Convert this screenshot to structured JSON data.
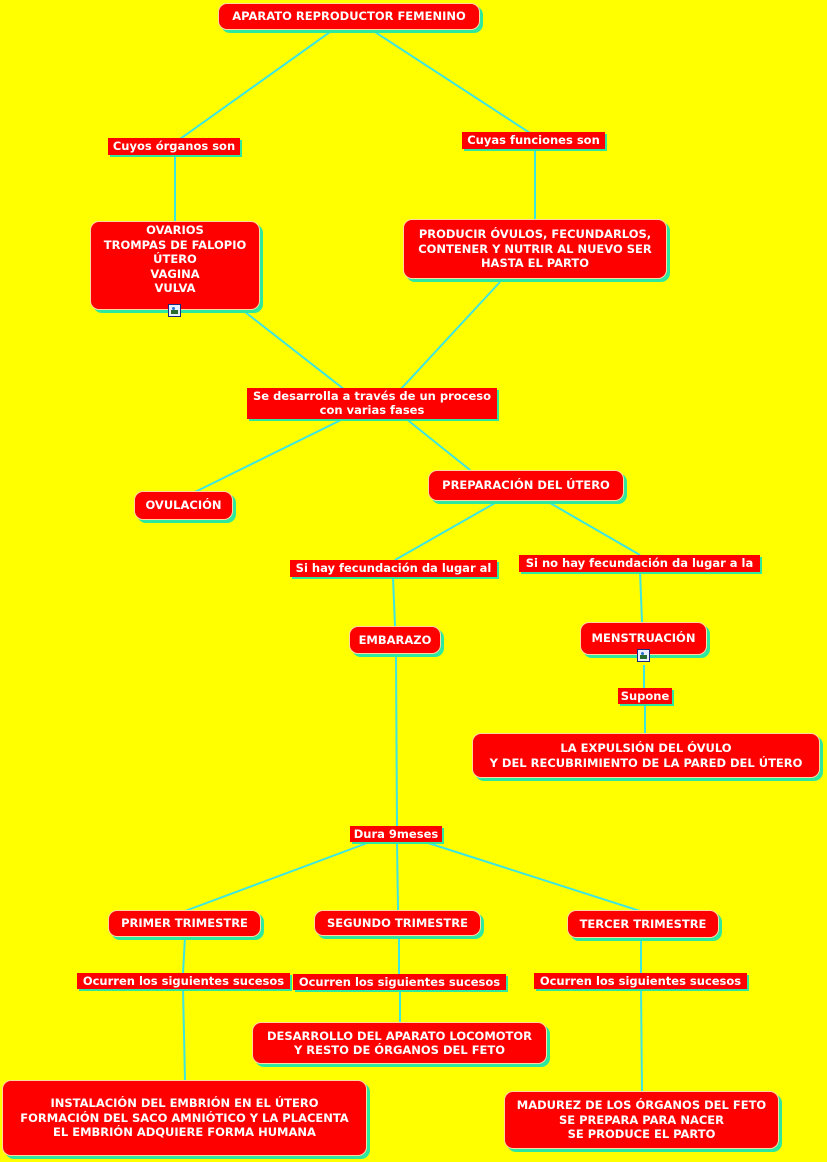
{
  "title": "APARATO REPRODUCTOR FEMENINO",
  "labels": {
    "organos": "Cuyos órganos son",
    "funciones": "Cuyas funciones son",
    "proceso": "Se desarrolla a través de un proceso\ncon varias fases",
    "si_fecundacion": "Si hay fecundación da lugar al",
    "no_fecundacion": "Si no hay fecundación da lugar a la",
    "supone": "Supone",
    "dura": "Dura 9meses",
    "sucesos_1": "Ocurren los siguientes sucesos",
    "sucesos_2": "Ocurren los siguientes sucesos",
    "sucesos_3": "Ocurren los siguientes sucesos"
  },
  "nodes": {
    "organos_lista": "OVARIOS\nTROMPAS DE FALOPIO\nÚTERO\nVAGINA\nVULVA",
    "funciones_texto": "PRODUCIR ÓVULOS, FECUNDARLOS,\nCONTENER Y NUTRIR AL NUEVO SER\nHASTA EL PARTO",
    "ovulacion": "OVULACIÓN",
    "preparacion": "PREPARACIÓN DEL ÚTERO",
    "embarazo": "EMBARAZO",
    "menstruacion": "MENSTRUACIÓN",
    "expulsion": "LA EXPULSIÓN DEL ÓVULO\nY DEL RECUBRIMIENTO DE LA PARED DEL ÚTERO",
    "primer": "PRIMER TRIMESTRE",
    "segundo": "SEGUNDO TRIMESTRE",
    "tercer": "TERCER TRIMESTRE",
    "desarrollo": "DESARROLLO DEL APARATO LOCOMOTOR\nY RESTO DE ÓRGANOS DEL FETO",
    "instalacion": "INSTALACIÓN DEL EMBRIÓN EN EL ÚTERO\nFORMACIÓN DEL SACO AMNIÓTICO Y LA PLACENTA\nEL EMBRIÓN ADQUIERE FORMA HUMANA",
    "madurez": "MADUREZ DE LOS ÓRGANOS DEL FETO\nSE PREPARA PARA NACER\nSE PRODUCE EL PARTO"
  },
  "icons": {
    "image_icon": "image-icon"
  },
  "colors": {
    "background": "#ffff00",
    "node_fill": "#ff0000",
    "text": "#ffffff",
    "connector": "#3ee6e0",
    "shadow": "#2ee8a0"
  }
}
